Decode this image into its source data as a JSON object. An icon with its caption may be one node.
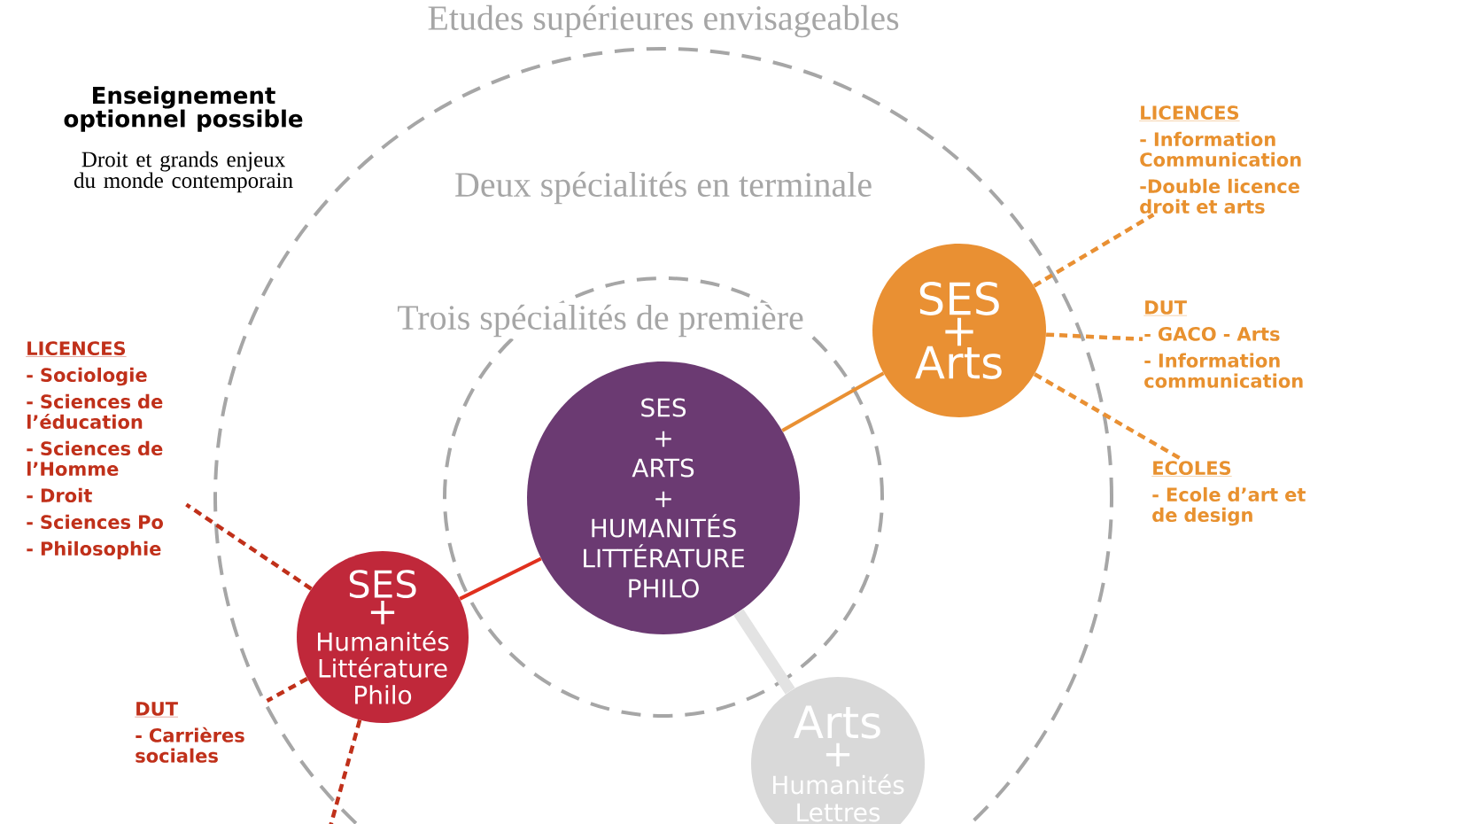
{
  "diagram": {
    "title": "Etudes supérieures envisageables",
    "nodes": [
      {
        "text": [
          "Deux spécialités en terminale"
        ]
      },
      {
        "text": [
          "Trois spécialités de première"
        ],
        "in": 0
      },
      {
        "text": [
          "SES",
          "+",
          "ARTS",
          "+",
          "HUMANITÉS LITTÉRATURE PHILO"
        ],
        "in": 1
      },
      {
        "text": [
          "SES",
          "+",
          "Arts"
        ],
        "in": 0
      },
      {
        "text": [
          "SES",
          "+",
          "Humanités Littérature Philo"
        ],
        "in": 0
      },
      {
        "text": [
          "Arts",
          "+",
          "Humanités Lettres"
        ],
        "in": 0
      },
      {
        "text": [
          "LICENCES",
          "- Information Communication",
          "-Double licence droit et arts"
        ]
      },
      {
        "text": [
          "DUT",
          "- GACO - Arts",
          "- Information communication"
        ]
      },
      {
        "text": [
          "ECOLES",
          "- Ecole d’art et de design"
        ]
      },
      {
        "text": [
          "LICENCES",
          "- Sociologie",
          "- Sciences de l’éducation",
          "- Sciences de l’Homme",
          "- Droit",
          "- Sciences Po",
          "- Philosophie"
        ]
      },
      {
        "text": [
          "DUT",
          "- Carrières sociales"
        ]
      }
    ],
    "edges": [
      {
        "from": 2,
        "to": 3,
        "arrow": "none",
        "color": "#e99033"
      },
      {
        "from": 2,
        "to": 4,
        "arrow": "none",
        "color": "#e0301e"
      },
      {
        "from": 2,
        "to": 5,
        "arrow": "none",
        "style": "thick",
        "color": "#e3e3e3"
      },
      {
        "from": 3,
        "to": 6,
        "arrow": "none",
        "style": "dashed",
        "color": "#e99033"
      },
      {
        "from": 3,
        "to": 7,
        "arrow": "none",
        "style": "dashed",
        "color": "#e99033"
      },
      {
        "from": 3,
        "to": 8,
        "arrow": "none",
        "style": "dashed",
        "color": "#e99033"
      },
      {
        "from": 4,
        "to": 9,
        "arrow": "none",
        "style": "dashed",
        "color": "#c0301a"
      },
      {
        "from": 4,
        "to": 10,
        "arrow": "none",
        "style": "dashed",
        "color": "#c0301a"
      },
      {
        "from": 4,
        "to": null,
        "arrow": "none",
        "style": "dashed",
        "color": "#c0301a"
      }
    ],
    "labels": [
      "Enseignement optionnel possible",
      "Droit et grands enjeux du monde contemporain"
    ]
  }
}
